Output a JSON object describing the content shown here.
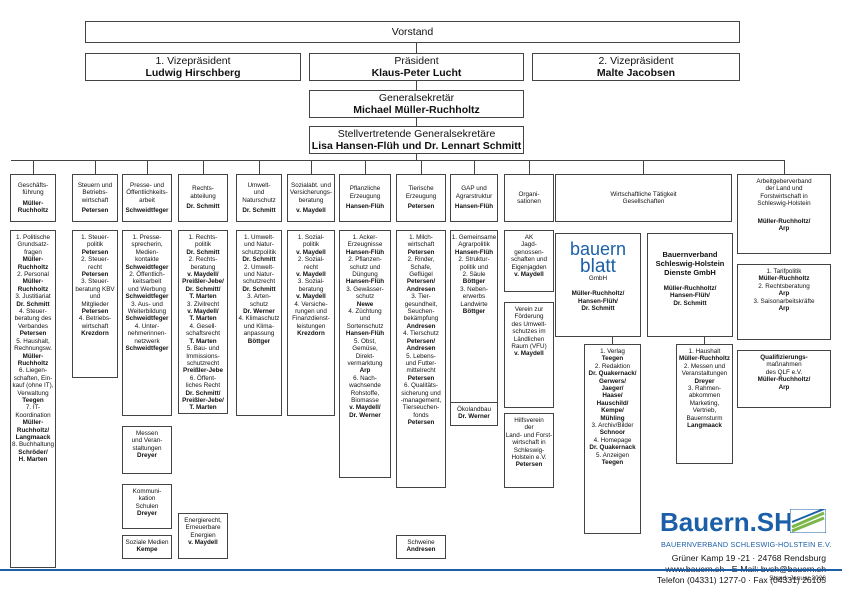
{
  "vorstand": {
    "label": "Vorstand"
  },
  "vp1": {
    "title": "1. Vizepräsident",
    "name": "Ludwig Hirschberg"
  },
  "praesident": {
    "title": "Präsident",
    "name": "Klaus-Peter Lucht"
  },
  "vp2": {
    "title": "2. Vizepräsident",
    "name": "Malte Jacobsen"
  },
  "generalsekretaer": {
    "title": "Generalsekretär",
    "name": "Michael Müller-Ruchholtz"
  },
  "stellv": {
    "title": "Stellvertretende Generalsekretäre",
    "name": "Lisa Hansen-Flüh und Dr. Lennart Schmitt"
  },
  "columns": [
    {
      "title": "Geschäfts-\nführung",
      "head": "Müller-\nRuchholtz",
      "items": [
        {
          "t": "1. Politische\nGrundsatz-\nfragen",
          "p": "Müller-\nRuchholtz"
        },
        {
          "t": "2. Personal",
          "p": "Müller-\nRuchholtz"
        },
        {
          "t": "3. Justitiariat",
          "p": "Dr. Schmitt"
        },
        {
          "t": "4. Steuer-\nberatung des\nVerbandes",
          "p": "Petersen"
        },
        {
          "t": "5. Haushalt,\nRechnungsw.",
          "p": "Müller-\nRuchholtz"
        },
        {
          "t": "6. Liegen-\nschaften, Ein-\nkauf (ohne IT),\nVerwaltung",
          "p": "Teegen"
        },
        {
          "t": "7. IT-\nKoordination",
          "p": "Müller-\nRuchholtz/\nLangmaack"
        },
        {
          "t": "8. Buchhaltung",
          "p": "Schröder/\nH. Marten"
        }
      ]
    },
    {
      "title": "Steuern und\nBetriebs-\nwirtschaft",
      "head": "Petersen",
      "items": [
        {
          "t": "1. Steuer-\npolitik",
          "p": "Petersen"
        },
        {
          "t": "2. Steuer-\nrecht",
          "p": "Petersen"
        },
        {
          "t": "3. Steuer-\nberatung KBV\nund\nMitglieder",
          "p": "Petersen"
        },
        {
          "t": "4. Betriebs-\nwirtschaft",
          "p": "Krezdorn"
        }
      ]
    },
    {
      "title": "Presse- und\nÖffentlichkeits-\narbeit",
      "head": "Schweidtfeger",
      "items": [
        {
          "t": "1. Presse-\nsprecherin,\nMedien-\nkontakte",
          "p": "Schweidtfeger"
        },
        {
          "t": "2. Öffentlich-\nkeitsarbeit\nund Werbung",
          "p": "Schweidtfeger"
        },
        {
          "t": "3. Aus- und\nWeiterbildung",
          "p": "Schweidtfeger"
        },
        {
          "t": "4. Unter-\nnehmerinnen-\nnetzwerk",
          "p": "Schweidtfeger"
        }
      ],
      "extra": [
        {
          "t": "Messen\nund Veran-\nstaltungen",
          "p": "Dreyer"
        },
        {
          "t": "Kommuni-\nkation\nSchulen",
          "p": "Dreyer"
        },
        {
          "t": "Soziale Medien",
          "p": "Kempe"
        }
      ]
    },
    {
      "title": "Rechts-\nabteilung",
      "head": "Dr. Schmitt",
      "items": [
        {
          "t": "1. Rechts-\npolitik",
          "p": "Dr. Schmitt"
        },
        {
          "t": "2. Rechts-\nberatung",
          "p": "v. Maydell/\nPreißler-Jebe/\nDr. Schmitt/\nT. Marten"
        },
        {
          "t": "3. Zivilrecht",
          "p": "v. Maydell/\nT. Marten"
        },
        {
          "t": "4. Gesell-\nschaftsrecht",
          "p": "T. Marten"
        },
        {
          "t": "5. Bau- und\nImmissions-\nschutzrecht",
          "p": "Preißler-Jebe"
        },
        {
          "t": "6. Öffent-\nliches Recht",
          "p": "Dr. Schmitt/\nPreißler-Jebe/\nT. Marten"
        }
      ],
      "extra": [
        {
          "t": "Energierecht,\nErneuerbare\nEnergien",
          "p": "v. Maydell"
        }
      ]
    },
    {
      "title": "Umwelt-\nund\nNaturschutz",
      "head": "Dr. Schmitt",
      "items": [
        {
          "t": "1. Umwelt-\nund Natur-\nschutzpolitik",
          "p": "Dr. Schmitt"
        },
        {
          "t": "2. Umwelt-\nund Natur-\nschutzrecht",
          "p": "Dr. Schmitt"
        },
        {
          "t": "3. Arten-\nschutz",
          "p": "Dr. Werner"
        },
        {
          "t": "4. Klimaschutz\nund Klima-\nanpassung",
          "p": "Böttger"
        }
      ]
    },
    {
      "title": "Sozialabt. und\nVersicherungs-\nberatung",
      "head": "v. Maydell",
      "items": [
        {
          "t": "1. Sozial-\npolitik",
          "p": "v. Maydell"
        },
        {
          "t": "2. Sozial-\nrecht",
          "p": "v. Maydell"
        },
        {
          "t": "3. Sozial-\nberatung",
          "p": "v. Maydell"
        },
        {
          "t": "4. Versiche-\nrungen und\nFinanzdienst-\nleistungen",
          "p": "Krezdorn"
        }
      ]
    },
    {
      "title": "Pflanzliche\nErzeugung",
      "head": "Hansen-Flüh",
      "items": [
        {
          "t": "1. Acker-\nErzeugnisse",
          "p": "Hansen-Flüh"
        },
        {
          "t": "2. Pflanzen-\nschutz und\nDüngung",
          "p": "Hansen-Flüh"
        },
        {
          "t": "3. Gewässer-\nschutz",
          "p": "Newe"
        },
        {
          "t": "4. Züchtung\nund\nSortenschutz",
          "p": "Hansen-Flüh"
        },
        {
          "t": "5. Obst,\nGemüse,\nDirekt-\nvermarktung",
          "p": "Arp"
        },
        {
          "t": "6. Nach-\nwachsende\nRohstoffe,\nBiomasse",
          "p": "v. Maydell/\nDr. Werner"
        }
      ]
    },
    {
      "title": "Tierische\nErzeugung",
      "head": "Petersen",
      "items": [
        {
          "t": "1. Milch-\nwirtschaft",
          "p": "Petersen"
        },
        {
          "t": "2. Rinder,\nSchafe,\nGeflügel",
          "p": "Petersen/\nAndresen"
        },
        {
          "t": "3. Tier-\ngesundheit,\nSeuchen-\nbekämpfung",
          "p": "Andresen"
        },
        {
          "t": "4. Tierschutz",
          "p": "Petersen/\nAndresen"
        },
        {
          "t": "5. Lebens-\nund Futter-\nmittelrecht",
          "p": "Petersen"
        },
        {
          "t": "6. Qualitäts-\nsicherung und\n-management,\nTierseuchen-\nfonds",
          "p": "Petersen"
        }
      ],
      "extra": [
        {
          "t": "Schweine",
          "p": "Andresen"
        }
      ]
    },
    {
      "title": "GAP und\nAgrarstruktur",
      "head": "Hansen-Flüh",
      "items": [
        {
          "t": "1. Gemeinsame\nAgrarpolitik",
          "p": "Hansen-Flüh"
        },
        {
          "t": "2. Struktur-\npolitik und\n2. Säule",
          "p": "Böttger"
        },
        {
          "t": "3. Neben-\nerwerbs\nLandwirte",
          "p": "Böttger"
        }
      ],
      "extra": [
        {
          "t": "Ökolandbau",
          "p": "Dr. Werner"
        }
      ]
    },
    {
      "title": "Organi-\nsationen",
      "head": "",
      "items": [
        {
          "t": "AK\nJagd-\ngenossen-\nschaften und\nEigenjagden",
          "p": "v. Maydell"
        }
      ],
      "extra": [
        {
          "t": "Verein zur\nFörderung\ndes Umwelt-\nschutzes im\nLändlichen\nRaum (VFU)",
          "p": "v. Maydell"
        },
        {
          "t": "Hilfsverein\nder\nLand- und Forst-\nwirtschaft in\nSchleswig-\nHolstein e.V.",
          "p": "Petersen"
        }
      ]
    }
  ],
  "wt": {
    "title": "Wirtschaftliche Tätigkeit\nGesellschaften",
    "bb": {
      "logo1": "bauern",
      "logo2": "blatt",
      "gmbh": "GmbH",
      "head": "Müller-Ruchholtz/\nHansen-Flüh/\nDr. Schmitt",
      "items": [
        {
          "t": "1. Verlag",
          "p": "Teegen"
        },
        {
          "t": "2. Redaktion",
          "p": "Dr. Quakernack/\nGerwers/\nJaeger/\nHaase/\nHauschild/\nKempe/\nMühling"
        },
        {
          "t": "3. Archiv/Bilder",
          "p": "Schnoor"
        },
        {
          "t": "4. Homepage",
          "p": "Dr. Quakernack"
        },
        {
          "t": "5. Anzeigen",
          "p": "Teegen"
        }
      ]
    },
    "bvd": {
      "title": "Bauernverband\nSchleswig-Holstein\nDienste GmbH",
      "head": "Müller-Ruchholtz/\nHansen-Flüh/\nDr. Schmitt",
      "items": [
        {
          "t": "1. Haushalt",
          "p": "Müller-Ruchholtz"
        },
        {
          "t": "2. Messen und\nVeranstaltungen",
          "p": "Dreyer"
        },
        {
          "t": "3. Rahmen-\nabkommen\nMarketing,\nVertrieb,\nBauernsturm",
          "p": "Langmaack"
        }
      ]
    }
  },
  "ag": {
    "title": "Arbeitgeberverband\nder Land und\nForstwirtschaft in\nSchleswig-Holstein",
    "head": "Müller-Ruchholtz/\nArp",
    "items": [
      {
        "t": "1. Tarifpolitik",
        "p": "Müller-Ruchholtz"
      },
      {
        "t": "2. Rechtsberatung",
        "p": "Arp"
      },
      {
        "t": "3. Saisonarbeitskräfte",
        "p": "Arp"
      }
    ],
    "extra": {
      "b": "Qualifizierungs-",
      "t": "maßnahmen\ndes QLF e.V.",
      "p": "Müller-Ruchholtz/\nArp"
    }
  },
  "logo": {
    "name": "Bauern.SH",
    "subtitle": "BAUERNVERBAND SCHLESWIG-HOLSTEIN E.V.",
    "colors": {
      "blue": "#1b5fa8",
      "green": "#7ab648"
    }
  },
  "address": {
    "line1": "Grüner Kamp 19 -21 · 24768 Rendsburg",
    "line2": "www.bauern.sh · E-Mail: bvsh@bauern.sh",
    "line3": "Telefon (04331) 1277-0 · Fax (04331) 26105"
  },
  "stand": "Stand: Januar 2026",
  "colors": {
    "line": "#444444",
    "footer_rule": "#1b5fa8"
  }
}
